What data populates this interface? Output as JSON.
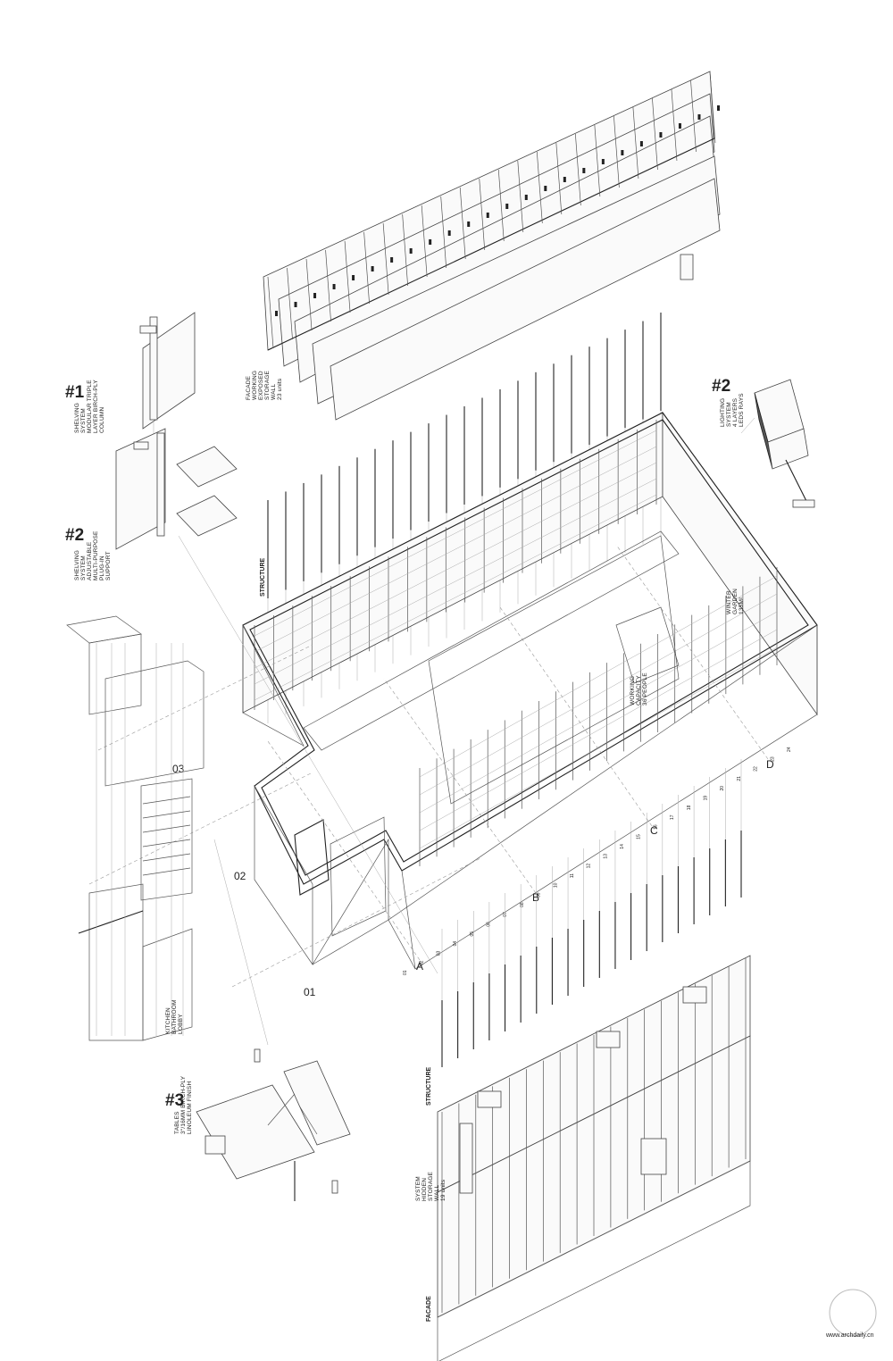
{
  "labels": {
    "shelving1": {
      "num": "#1",
      "lines": [
        "SHELVING",
        "SYSTEM",
        "MODULAR TRIPLE",
        "LAYER BIRCH-PLY",
        "COLUMN"
      ]
    },
    "shelving2": {
      "num": "#2",
      "lines": [
        "SHELVING",
        "SYSTEM",
        "ADJUSTABLE",
        "MULTI-PURPOSE",
        "PLUG-IN",
        "SUPPORT"
      ]
    },
    "lighting": {
      "num": "#2",
      "lines": [
        "LIGHTING",
        "SYSTEM",
        "4 LAYERS",
        "LEDS RAYS"
      ]
    },
    "tables": {
      "num": "#3",
      "lines": [
        "TABLES",
        "3\"/16MM BIRCH-PLY",
        "LINOLEUM FINISH"
      ]
    },
    "facade_top": [
      "FACADE",
      "WORKING",
      "EXPOSED",
      "STORAGE",
      "WALL",
      "23 units"
    ],
    "structure_top": "STRUCTURE",
    "kitchen": [
      "KITCHEN",
      "BATHROOM",
      "LOBBY"
    ],
    "working": [
      "WORKING",
      "CAPACITY",
      "36 PEOPLE"
    ],
    "winter_garden": [
      "WINTER",
      "GARDEN",
      "135M²"
    ],
    "structure_bottom": "STRUCTURE",
    "system_hidden": [
      "SYSTEM",
      "HIDDEN",
      "STORAGE",
      "WALL",
      "19 units"
    ],
    "facade_bottom": "FACADE"
  },
  "grid": {
    "rows": [
      "01",
      "02",
      "03"
    ],
    "cols": [
      "A",
      "B",
      "C",
      "D"
    ],
    "ticks": [
      "01",
      "02",
      "03",
      "04",
      "05",
      "06",
      "07",
      "08",
      "09",
      "10",
      "11",
      "12",
      "13",
      "14",
      "15",
      "16",
      "17",
      "18",
      "19",
      "20",
      "21",
      "22",
      "23",
      "24"
    ]
  },
  "watermark": {
    "text": "www.archdaily.cn"
  }
}
